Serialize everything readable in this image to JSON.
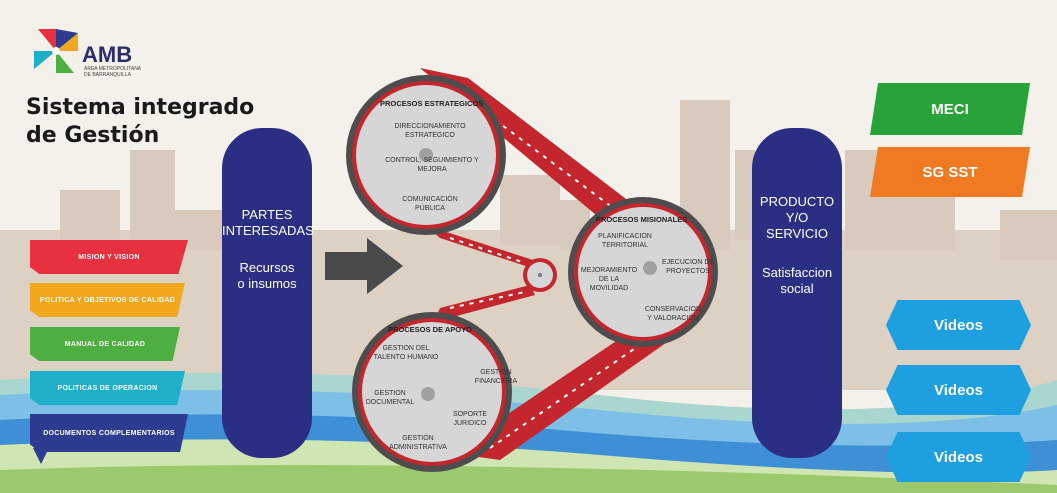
{
  "logo": {
    "name": "AMB",
    "subtitle_line1": "ÁREA METROPOLITANA",
    "subtitle_line2": "DE BARRANQUILLA"
  },
  "title": {
    "line1": "Sistema integrado",
    "line2": "de Gestión"
  },
  "left_menu": [
    {
      "label": "Mision y vision",
      "color": "#e8313f"
    },
    {
      "label": "Politica y objetivos de calidad",
      "color": "#f2a81d"
    },
    {
      "label": "Manual de calidad",
      "color": "#4caf3f"
    },
    {
      "label": "Politicas de operacion",
      "color": "#1eb0c9"
    },
    {
      "label": "Documentos complementarios",
      "color": "#2d3c8e"
    }
  ],
  "partes": {
    "line1": "PARTES",
    "line2": "INTERESADAS",
    "line3": "Recursos",
    "line4": "o insumos"
  },
  "producto": {
    "line1": "PRODUCTO",
    "line2": "Y/O",
    "line3": "SERVICIO",
    "line4": "Satisfaccion",
    "line5": "social"
  },
  "estrategicos": {
    "head": "Procesos Estrategicos",
    "items": [
      "Direccionamiento",
      "estrategico",
      "Control, seguimiento y",
      "mejora",
      "Comunicación",
      "pública"
    ]
  },
  "misionales": {
    "head": "Procesos misionales",
    "items": [
      "Planificacion",
      "territorial",
      "Mejoramiento",
      "de la",
      "movilidad",
      "Ejecucion de",
      "proyectos",
      "Conservacion",
      "y valoración"
    ]
  },
  "apoyo": {
    "head": "Procesos de apoyo",
    "items": [
      "Gestion del",
      "talento humano",
      "Gestion",
      "financiera",
      "Gestion",
      "documental",
      "Soporte",
      "juridico",
      "Gestión",
      "administrativa"
    ]
  },
  "right_buttons": {
    "meci": "MECI",
    "sgsst": "SG SST",
    "video1": "Videos",
    "video2": "Videos",
    "video3": "Videos"
  },
  "colors": {
    "navy": "#2b2f83",
    "meci": "#27a33a",
    "sgsst": "#f07a22",
    "videos": "#1d9fe0",
    "belt": "#c4262e"
  }
}
